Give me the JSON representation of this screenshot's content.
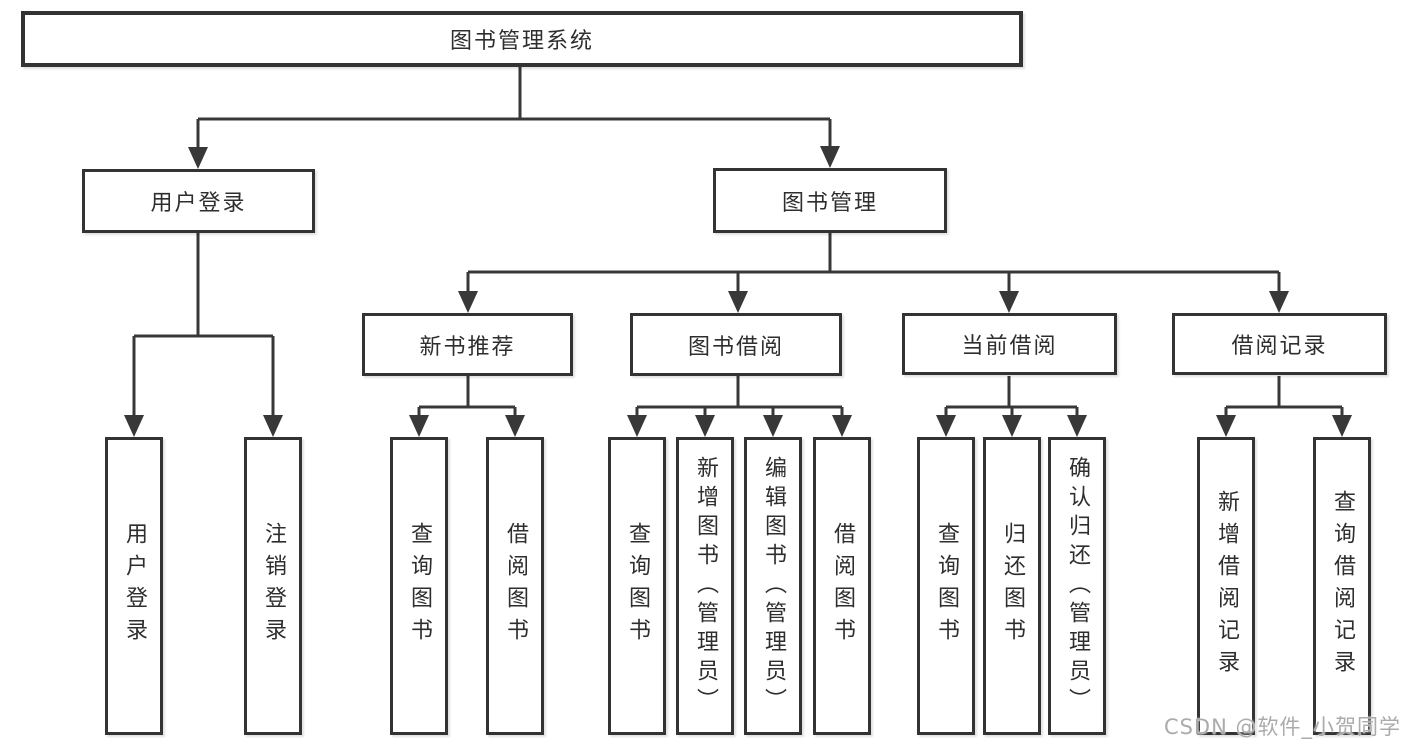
{
  "diagram": {
    "root": {
      "label": "图书管理系统"
    },
    "branches": [
      {
        "label": "用户登录",
        "children": [
          {
            "label": "用户登录"
          },
          {
            "label": "注销登录"
          }
        ]
      },
      {
        "label": "图书管理",
        "children": [
          {
            "label": "新书推荐",
            "children": [
              {
                "label": "查询图书"
              },
              {
                "label": "借阅图书"
              }
            ]
          },
          {
            "label": "图书借阅",
            "children": [
              {
                "label": "查询图书"
              },
              {
                "label": "新增图书（管理员）"
              },
              {
                "label": "编辑图书（管理员）"
              },
              {
                "label": "借阅图书"
              }
            ]
          },
          {
            "label": "当前借阅",
            "children": [
              {
                "label": "查询图书"
              },
              {
                "label": "归还图书"
              },
              {
                "label": "确认归还（管理员）"
              }
            ]
          },
          {
            "label": "借阅记录",
            "children": [
              {
                "label": "新增借阅记录"
              },
              {
                "label": "查询借阅记录"
              }
            ]
          }
        ]
      }
    ],
    "line_color": "#383838",
    "box_border_color": "#333333",
    "box_fill_color": "#ffffff",
    "text_color": "#2e2e2e"
  },
  "watermark": {
    "text": "CSDN @软件_小贺同学"
  }
}
